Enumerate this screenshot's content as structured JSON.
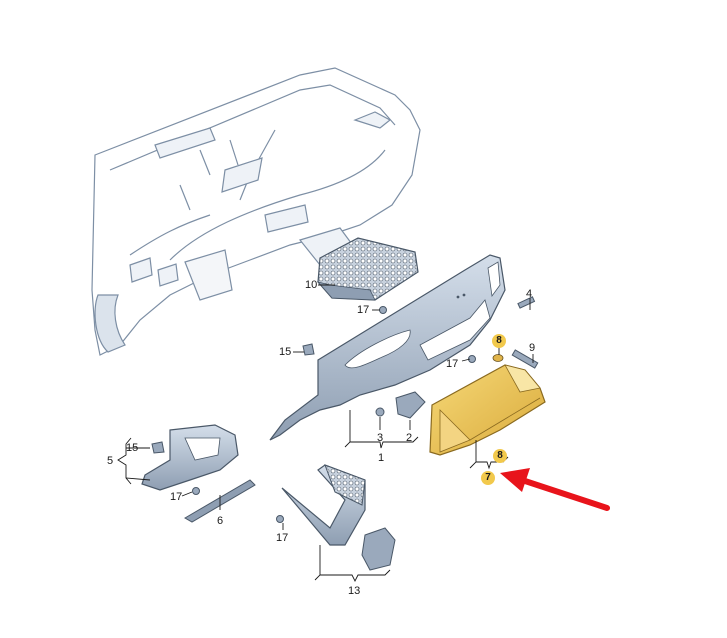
{
  "diagram": {
    "title": "Dashboard glove box exploded parts view",
    "highlight_color": "#f2c94c",
    "part_fill": "#b9c6d6",
    "part_stroke": "#4a5868",
    "arrow_color": "#e8141b",
    "callouts": [
      {
        "id": "c1",
        "label": "1"
      },
      {
        "id": "c2",
        "label": "2"
      },
      {
        "id": "c3",
        "label": "3"
      },
      {
        "id": "c4",
        "label": "4"
      },
      {
        "id": "c5",
        "label": "5"
      },
      {
        "id": "c6",
        "label": "6"
      },
      {
        "id": "c7",
        "label": "7",
        "highlighted": true
      },
      {
        "id": "c8a",
        "label": "8",
        "highlighted": true
      },
      {
        "id": "c8b",
        "label": "8",
        "highlighted": true
      },
      {
        "id": "c9",
        "label": "9"
      },
      {
        "id": "c10",
        "label": "10"
      },
      {
        "id": "c13",
        "label": "13"
      },
      {
        "id": "c15a",
        "label": "15"
      },
      {
        "id": "c15b",
        "label": "15"
      },
      {
        "id": "c17a",
        "label": "17"
      },
      {
        "id": "c17b",
        "label": "17"
      },
      {
        "id": "c17c",
        "label": "17"
      },
      {
        "id": "c17d",
        "label": "17"
      }
    ],
    "parts": [
      {
        "name": "dashboard-frame"
      },
      {
        "name": "dashboard-lower-trim",
        "ref": "1"
      },
      {
        "name": "glove-box",
        "ref": "7",
        "highlighted": true
      },
      {
        "name": "speaker-grille",
        "ref": "10"
      },
      {
        "name": "knee-trim-left",
        "ref": "5"
      },
      {
        "name": "trim-strip",
        "ref": "6"
      },
      {
        "name": "center-console-trim",
        "ref": "13"
      }
    ],
    "annotation": {
      "type": "arrow",
      "points_to": "7"
    }
  }
}
